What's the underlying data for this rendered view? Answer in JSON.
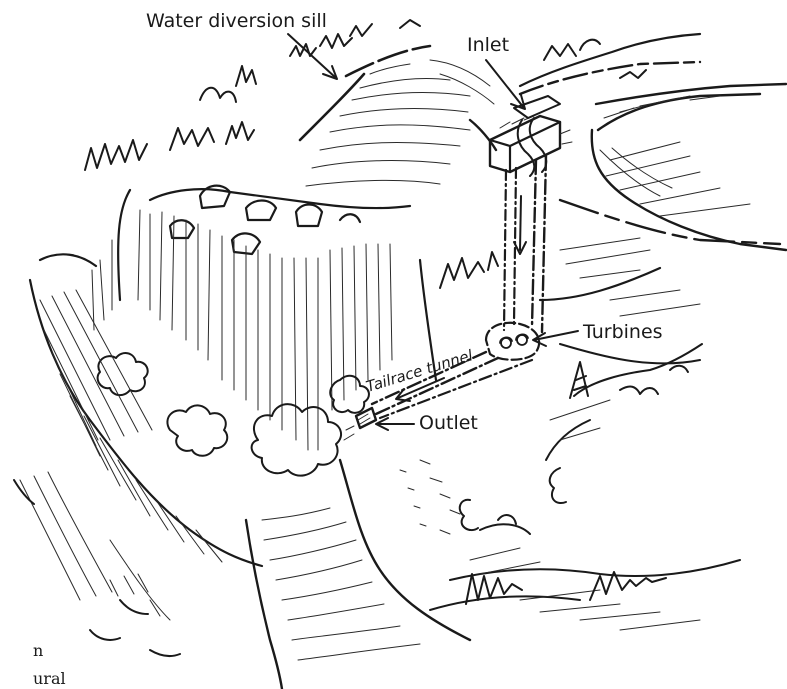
{
  "labels": {
    "water_diversion_sill": "Water diversion sill",
    "inlet": "Inlet",
    "turbines": "Turbines",
    "tailrace_tunnel": "Tailrace tunnel",
    "outlet": "Outlet"
  },
  "cut_text": {
    "line1": "n",
    "line2": "ural"
  }
}
